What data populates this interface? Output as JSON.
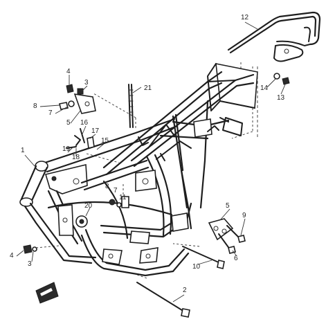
{
  "diagram": {
    "callouts": [
      {
        "id": "c1",
        "text": "1"
      },
      {
        "id": "c2",
        "text": "2"
      },
      {
        "id": "c3a",
        "text": "3"
      },
      {
        "id": "c3b",
        "text": "3"
      },
      {
        "id": "c4a",
        "text": "4"
      },
      {
        "id": "c4b",
        "text": "4"
      },
      {
        "id": "c5a",
        "text": "5"
      },
      {
        "id": "c5b",
        "text": "5"
      },
      {
        "id": "c6",
        "text": "6"
      },
      {
        "id": "c7a",
        "text": "7"
      },
      {
        "id": "c7b",
        "text": "7"
      },
      {
        "id": "c8a",
        "text": "8"
      },
      {
        "id": "c8b",
        "text": "8"
      },
      {
        "id": "c9",
        "text": "9"
      },
      {
        "id": "c10",
        "text": "10"
      },
      {
        "id": "c11",
        "text": "11"
      },
      {
        "id": "c12",
        "text": "12"
      },
      {
        "id": "c13",
        "text": "13"
      },
      {
        "id": "c14",
        "text": "14"
      },
      {
        "id": "c15",
        "text": "15"
      },
      {
        "id": "c16",
        "text": "16"
      },
      {
        "id": "c17",
        "text": "17"
      },
      {
        "id": "c18",
        "text": "18"
      },
      {
        "id": "c19",
        "text": "19"
      },
      {
        "id": "c20",
        "text": "20"
      },
      {
        "id": "c21",
        "text": "21"
      }
    ],
    "parts": [
      {
        "name": "frame-body",
        "ref": "1"
      },
      {
        "name": "long-bolt",
        "ref": "2"
      },
      {
        "name": "nut",
        "ref": "3"
      },
      {
        "name": "washer",
        "ref": "4"
      },
      {
        "name": "engine-bracket",
        "ref": "5"
      },
      {
        "name": "bolt",
        "ref": "6"
      },
      {
        "name": "spring-washer",
        "ref": "7"
      },
      {
        "name": "nut",
        "ref": "8"
      },
      {
        "name": "bolt",
        "ref": "9"
      },
      {
        "name": "through-bolt",
        "ref": "10"
      },
      {
        "name": "collar",
        "ref": "11"
      },
      {
        "name": "grab-bar",
        "ref": "12"
      },
      {
        "name": "bolt",
        "ref": "13"
      },
      {
        "name": "washer",
        "ref": "14"
      },
      {
        "name": "bracket",
        "ref": "15"
      },
      {
        "name": "screw",
        "ref": "16"
      },
      {
        "name": "clip",
        "ref": "17"
      },
      {
        "name": "clip",
        "ref": "18"
      },
      {
        "name": "screw",
        "ref": "19"
      },
      {
        "name": "plug",
        "ref": "20"
      },
      {
        "name": "rod",
        "ref": "21"
      }
    ],
    "icons": {
      "front_arrow": "front-arrow-icon"
    },
    "colors": {
      "ink": "#1e1e1e",
      "paper": "#ffffff"
    }
  }
}
